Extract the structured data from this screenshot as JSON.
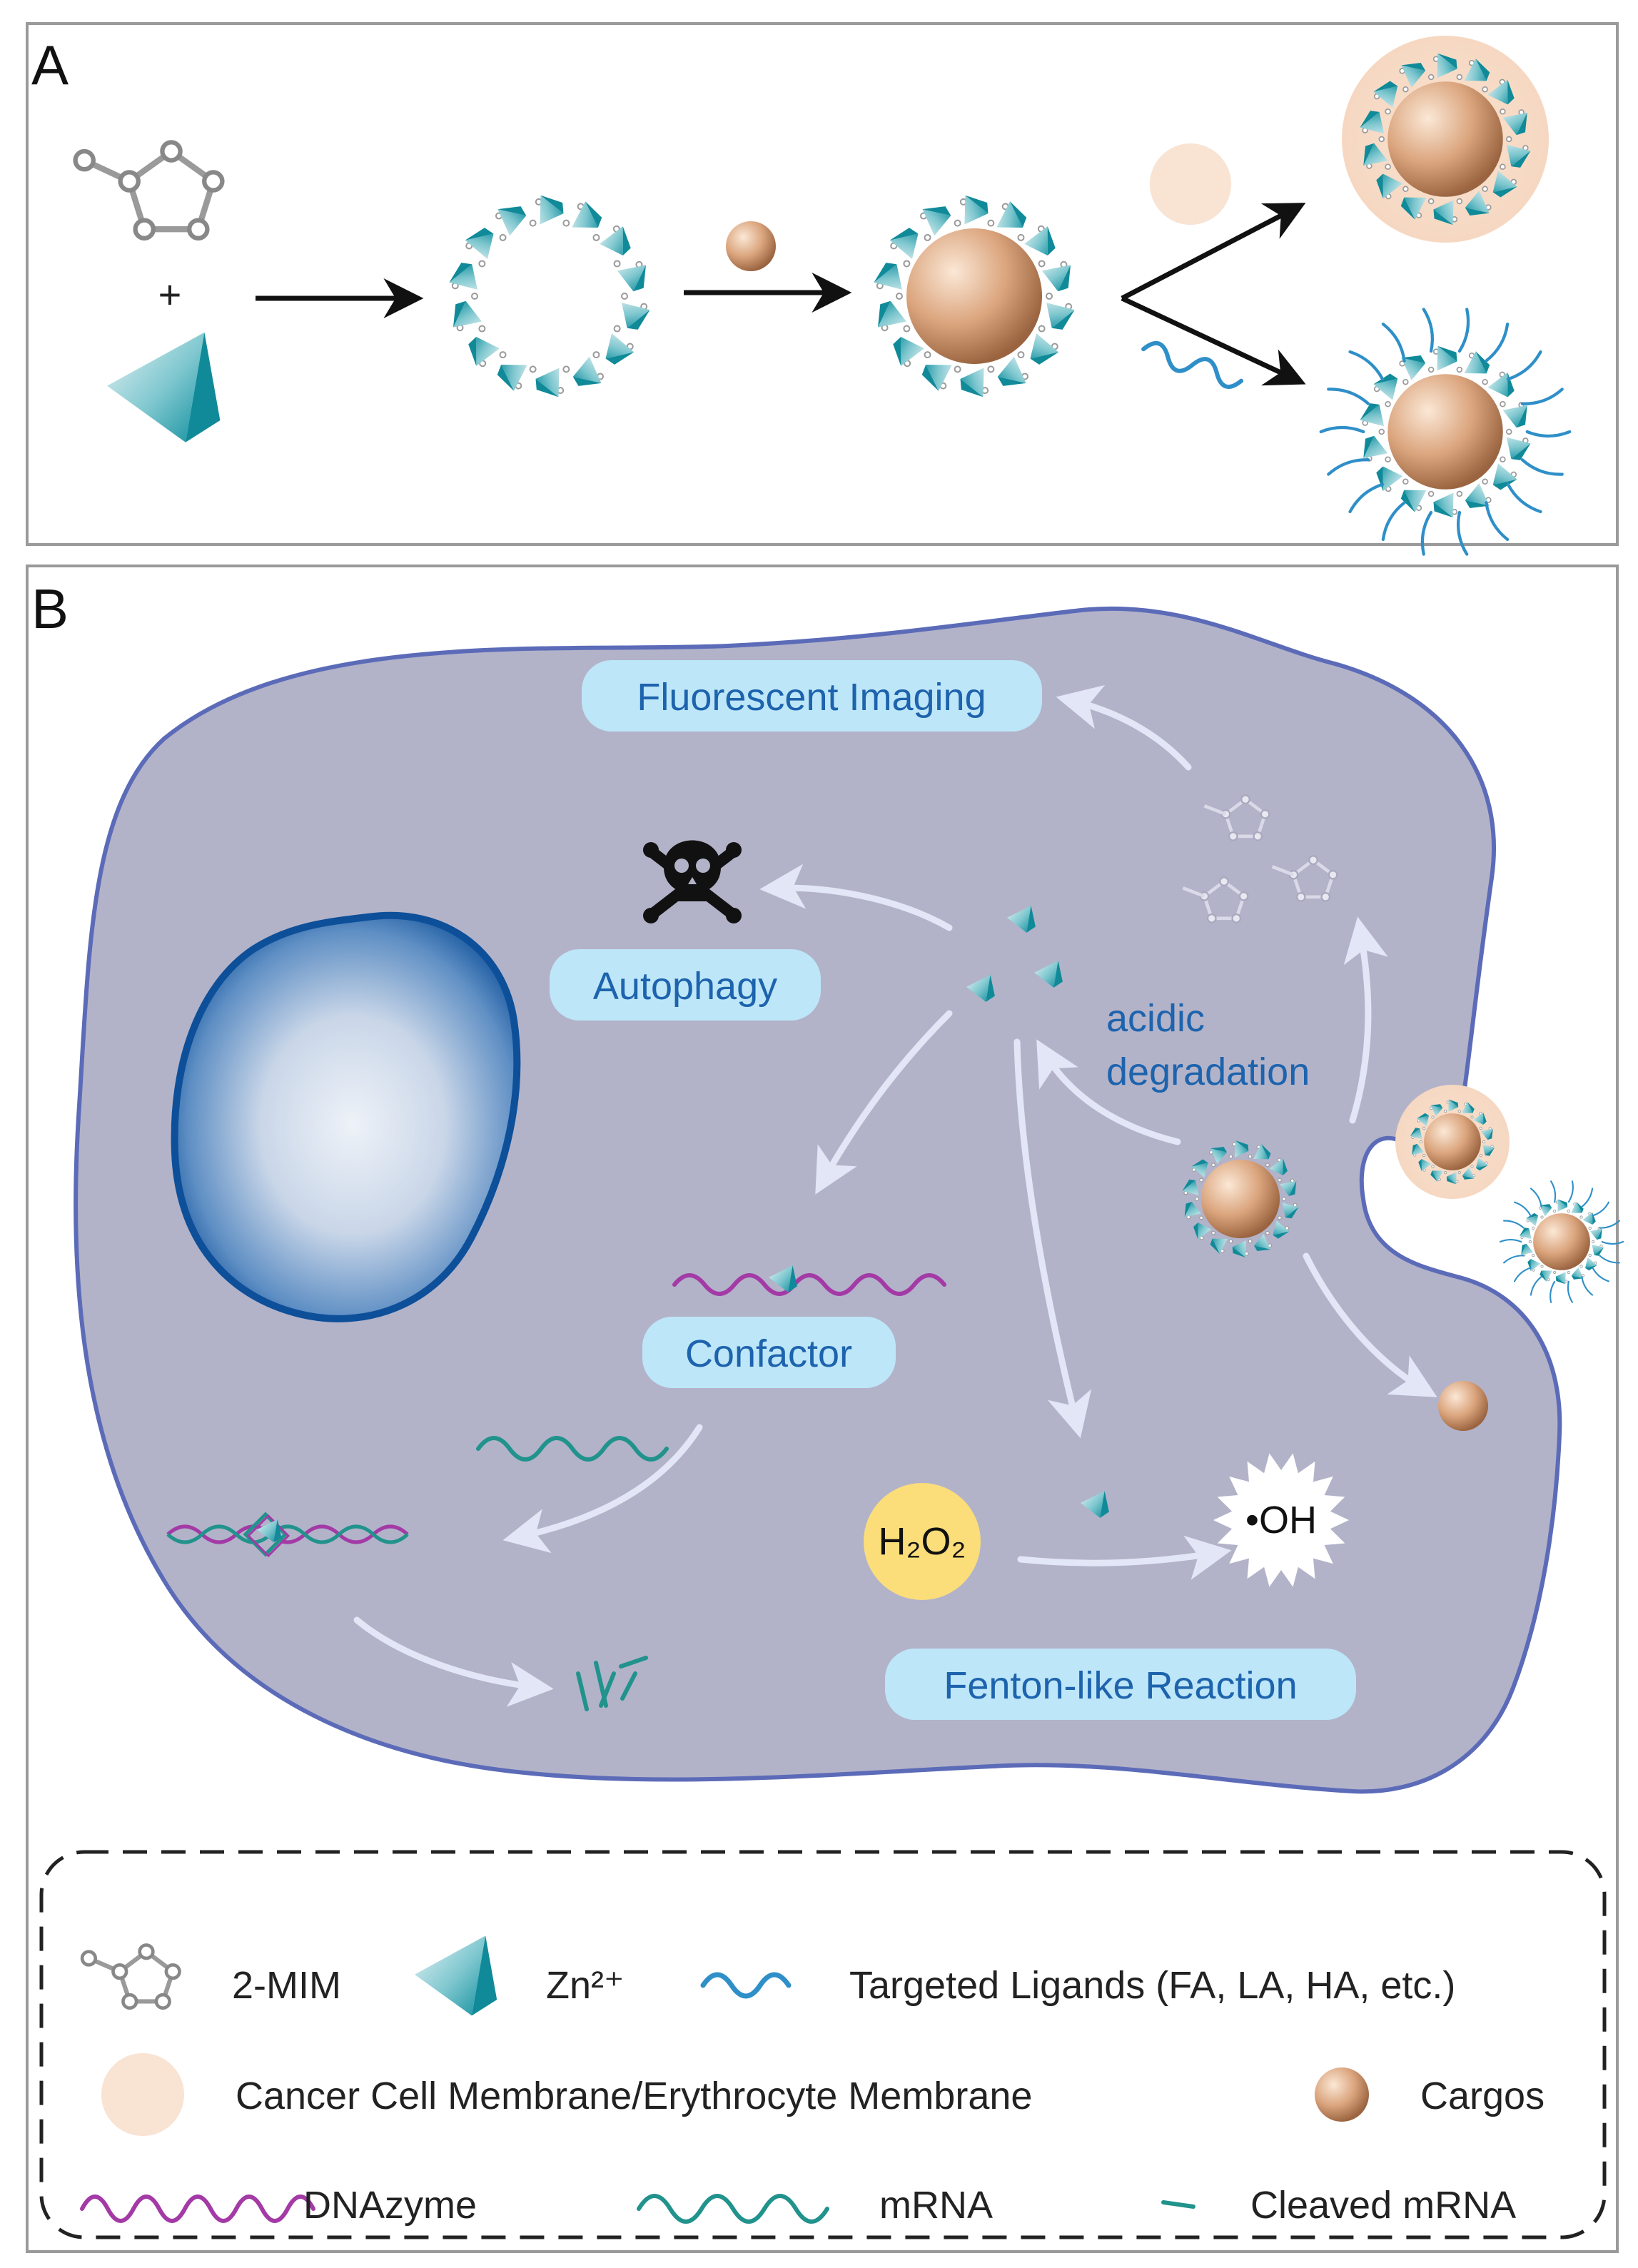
{
  "panels": {
    "a_label": "A",
    "b_label": "B"
  },
  "cell": {
    "labels": {
      "fluorescent_imaging": "Fluorescent Imaging",
      "autophagy": "Autophagy",
      "acidic_line1": "acidic",
      "acidic_line2": "degradation",
      "confactor": "Confactor",
      "fenton": "Fenton-like Reaction",
      "h2o2": "H₂O₂",
      "oh": "•OH"
    }
  },
  "legend": {
    "mim": "2-MIM",
    "zn": "Zn²⁺",
    "ligands": "Targeted Ligands (FA, LA, HA, etc.)",
    "membrane": "Cancer Cell Membrane/Erythrocyte Membrane",
    "cargos": "Cargos",
    "dnazyme": "DNAzyme",
    "mrna": "mRNA",
    "cleaved": "Cleaved mRNA"
  },
  "colors": {
    "cell_fill": "#b2b3c9",
    "cell_stroke": "#5c6bb8",
    "label_fill": "#bde6f8",
    "label_text": "#1d63ad",
    "arrow_light": "#dfe2f4",
    "zn_teal": "#1fa4b4",
    "cargo": "#d8a07a",
    "membrane": "#f8dfcc",
    "dnazyme": "#a33aa6",
    "mrna": "#21938c",
    "nucleus": "#0d5aa6",
    "h2o2": "#fbde7a"
  }
}
